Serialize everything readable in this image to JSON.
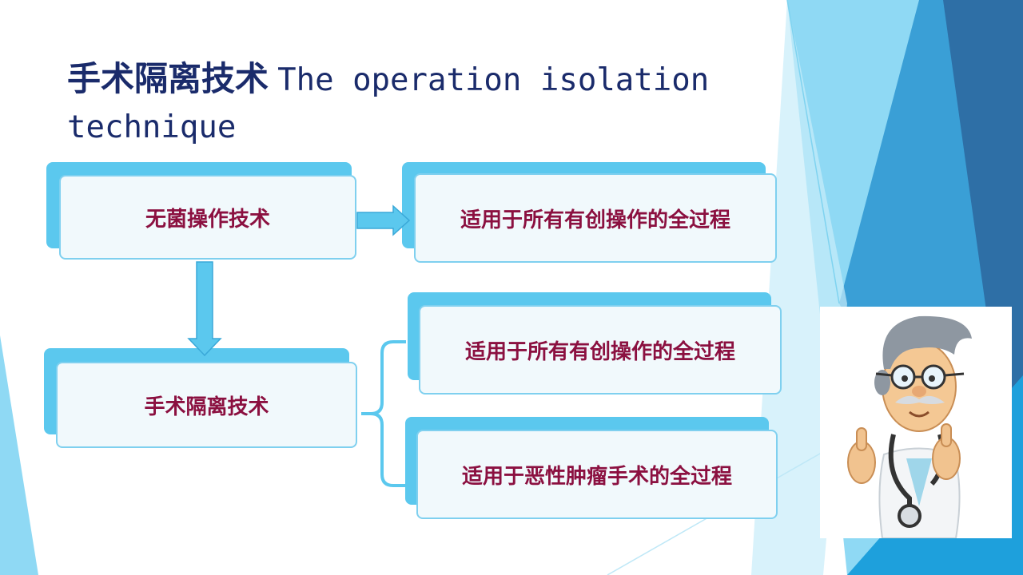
{
  "slide": {
    "title_zh": "手术隔离技术",
    "title_en": "The operation isolation technique"
  },
  "boxes": {
    "aseptic_technique": "无菌操作技术",
    "aseptic_scope": "适用于所有有创操作的全过程",
    "isolation_technique": "手术隔离技术",
    "isolation_scope_invasive": "适用于所有有创操作的全过程",
    "isolation_scope_tumor": "适用于恶性肿瘤手术的全过程"
  },
  "colors": {
    "title": "#1a2b6b",
    "box_text": "#8b1040",
    "box_fill": "#f1f9fc",
    "box_shadow": "#5bc8ee",
    "arrow": "#5bc8ee",
    "accent_dark": "#2e6fa6",
    "accent_light": "#7fd3f0"
  },
  "illustration": "doctor-thumbs-up-cartoon"
}
